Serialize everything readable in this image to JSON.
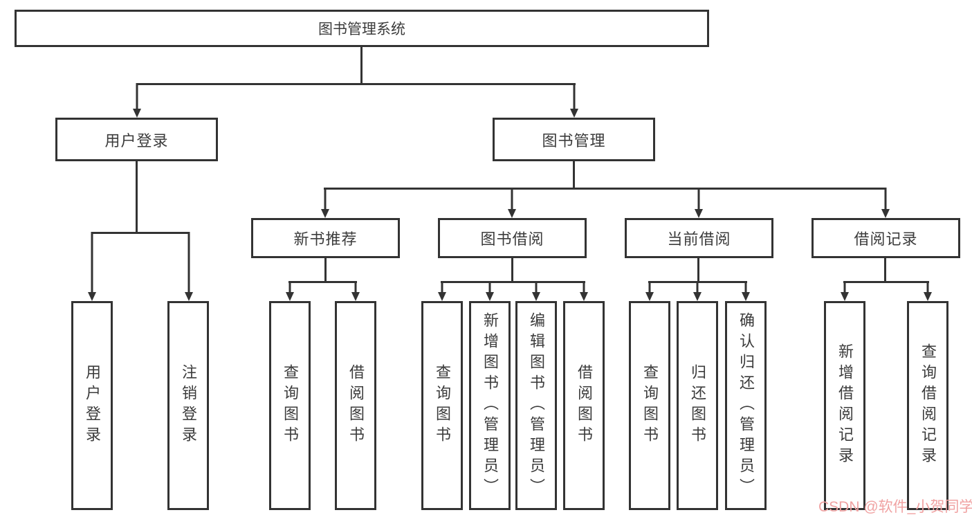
{
  "page": {
    "background": "#ffffff",
    "line_color": "#333333",
    "text_color": "#3b3b3b"
  },
  "tree": {
    "root": {
      "label": "图书管理系统",
      "children": [
        {
          "label": "用户登录",
          "children": [
            {
              "label": "用户登录"
            },
            {
              "label": "注销登录"
            }
          ]
        },
        {
          "label": "图书管理",
          "children": [
            {
              "label": "新书推荐",
              "children": [
                {
                  "label": "查询图书"
                },
                {
                  "label": "借阅图书"
                }
              ]
            },
            {
              "label": "图书借阅",
              "children": [
                {
                  "label": "查询图书"
                },
                {
                  "label": "新增图书（管理员）"
                },
                {
                  "label": "编辑图书（管理员）"
                },
                {
                  "label": "借阅图书"
                }
              ]
            },
            {
              "label": "当前借阅",
              "children": [
                {
                  "label": "查询图书"
                },
                {
                  "label": "归还图书"
                },
                {
                  "label": "确认归还（管理员）"
                }
              ]
            },
            {
              "label": "借阅记录",
              "children": [
                {
                  "label": "新增借阅记录"
                },
                {
                  "label": "查询借阅记录"
                }
              ]
            }
          ]
        }
      ]
    }
  },
  "watermark": {
    "text": "CSDN @软件_小贺同学",
    "color": "#f0a2a2"
  }
}
